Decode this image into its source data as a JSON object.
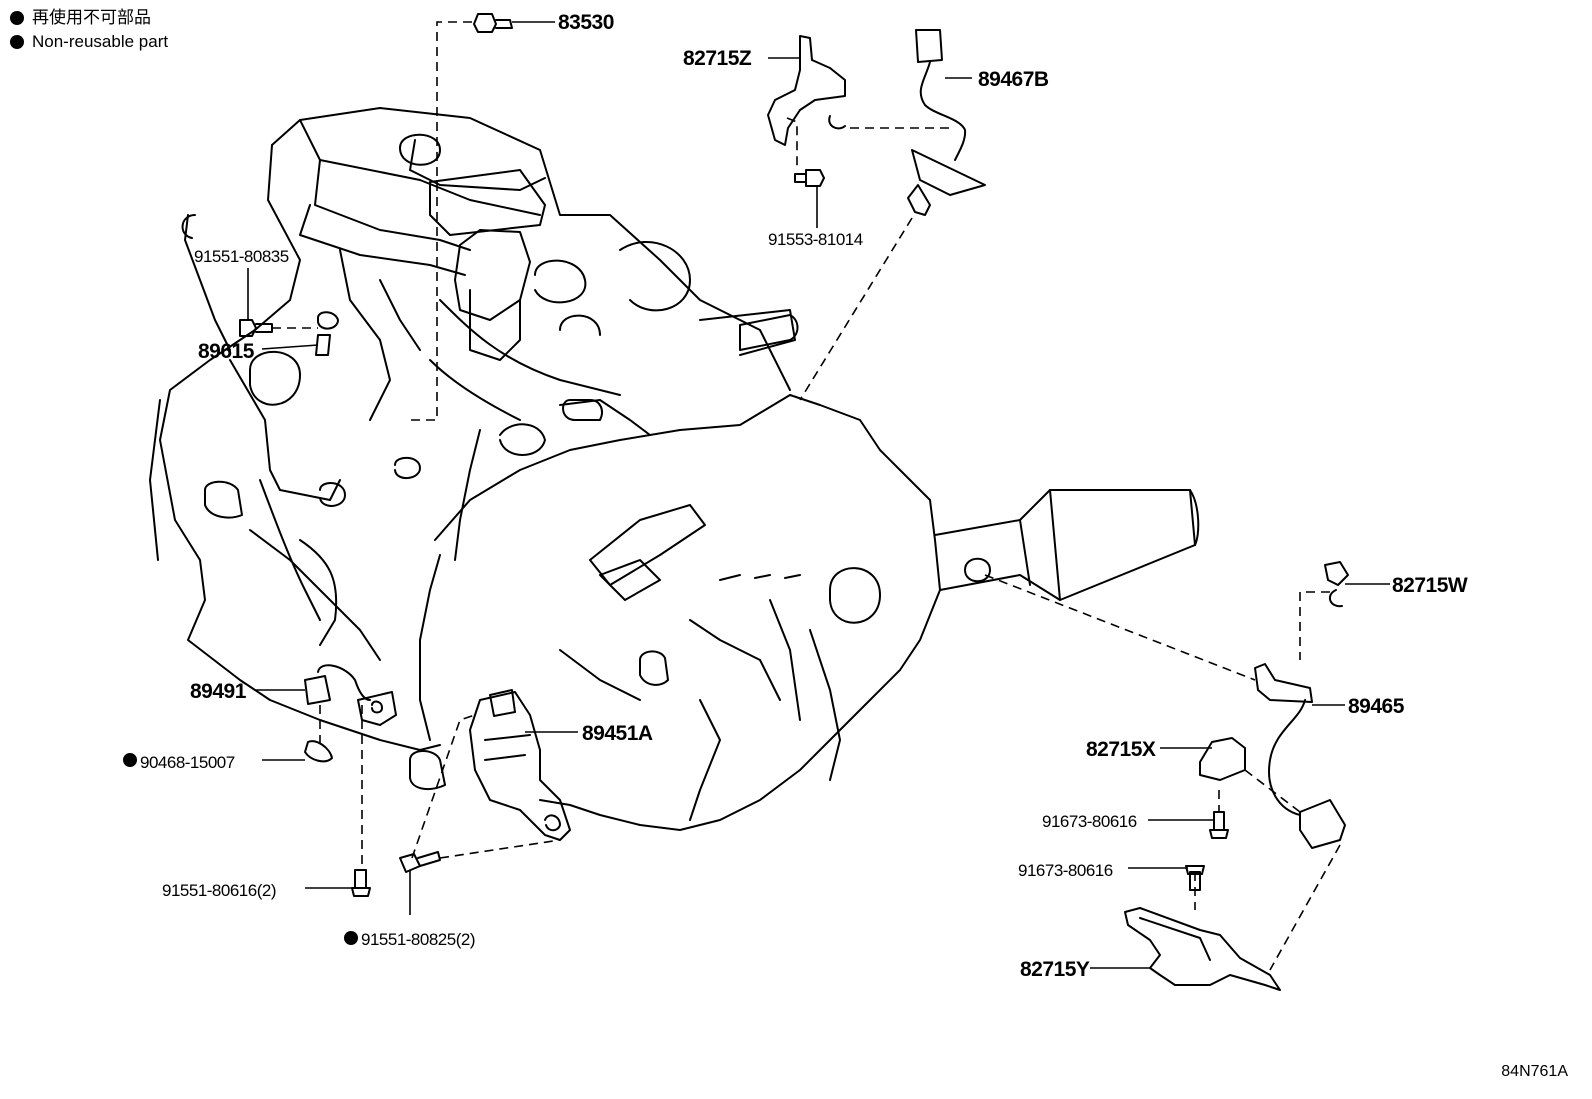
{
  "legend": {
    "jp": "再使用不可部品",
    "en": "Non-reusable part"
  },
  "figure_code": "84N761A",
  "parts": {
    "p83530": "83530",
    "p82715Z": "82715Z",
    "p89467B": "89467B",
    "p91553": "91553-81014",
    "p91551a": "91551-80835",
    "p89615": "89615",
    "p82715W": "82715W",
    "p89465": "89465",
    "p89491": "89491",
    "p89451A": "89451A",
    "p82715X": "82715X",
    "p90468": "90468-15007",
    "p91673a": "91673-80616",
    "p91673b": "91673-80616",
    "p91551b": "91551-80616(2)",
    "p91551c": "91551-80825(2)",
    "p82715Y": "82715Y"
  }
}
